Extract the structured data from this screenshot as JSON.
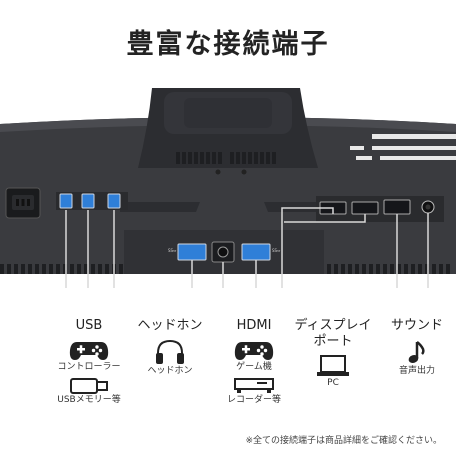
{
  "title": "豊富な接続端子",
  "categories": [
    {
      "label": "USB",
      "items": [
        "コントローラー",
        "USBメモリー等"
      ],
      "icons": [
        "gamepad-icon",
        "usb-stick-icon"
      ]
    },
    {
      "label": "ヘッドホン",
      "items": [
        "ヘッドホン"
      ],
      "icons": [
        "headphones-icon"
      ]
    },
    {
      "label": "HDMI",
      "items": [
        "ゲーム機",
        "レコーダー等"
      ],
      "icons": [
        "gamepad-icon",
        "recorder-icon"
      ]
    },
    {
      "label_line1": "ディスプレイ",
      "label_line2": "ポート",
      "items": [
        "PC"
      ],
      "icons": [
        "laptop-icon"
      ]
    },
    {
      "label": "サウンド",
      "items": [
        "音声出力"
      ],
      "icons": [
        "music-note-icon"
      ]
    }
  ],
  "port_labels": {
    "left": "SS⇔",
    "right": "SS⇔"
  },
  "footnote": "※全ての接続端子は商品詳細をご確認ください。",
  "colors": {
    "usb_blue": "#2f7fd8",
    "monitor_dark": "#3a3b3f",
    "leader_line": "#d9d9d9"
  }
}
